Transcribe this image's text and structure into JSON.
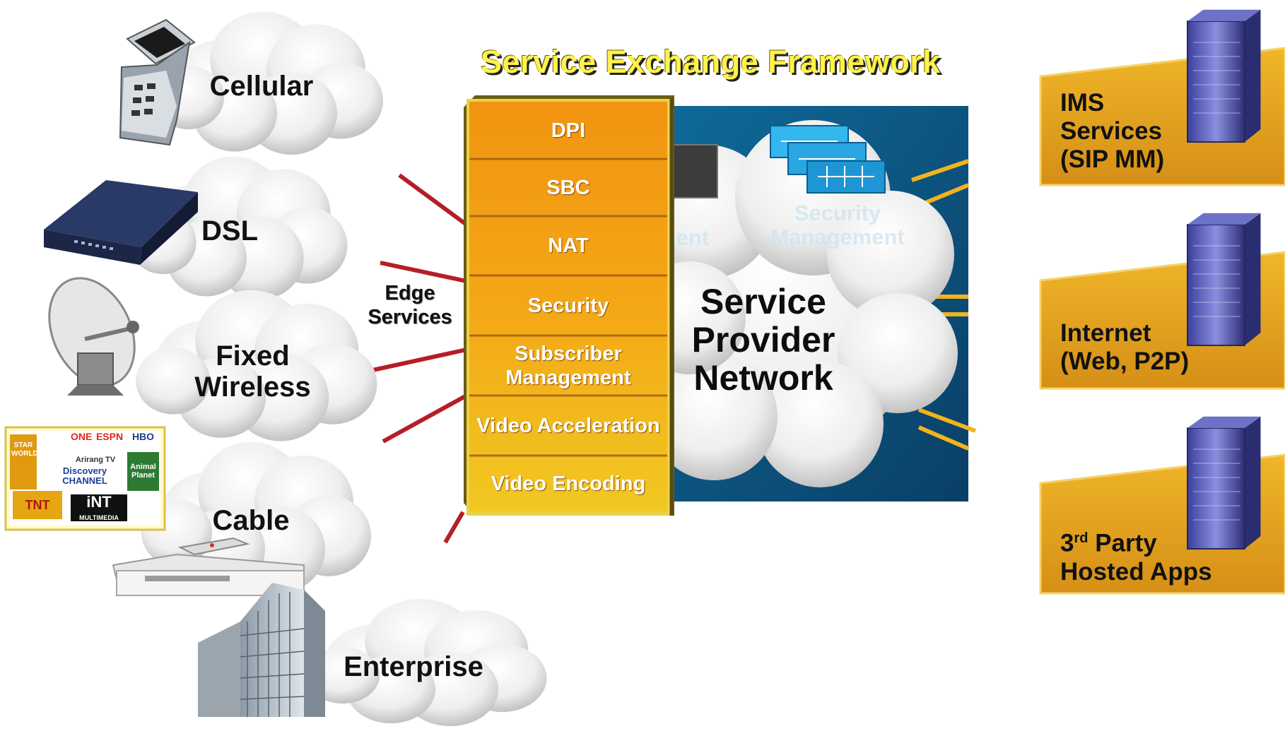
{
  "title": "Service Exchange Framework",
  "edge_label": [
    "Edge",
    "Services"
  ],
  "access_networks": [
    {
      "label": "Cellular",
      "icon": "cellphone-icon"
    },
    {
      "label": "DSL",
      "icon": "dsl-modem-icon"
    },
    {
      "label": "Fixed Wireless",
      "icon": "satellite-dish-icon"
    },
    {
      "label": "Cable",
      "icon": "set-top-box-icon"
    },
    {
      "label": "Enterprise",
      "icon": "office-building-icon"
    }
  ],
  "tv_channels": [
    "STAR WORLD",
    "ONE",
    "ESPN",
    "HBO",
    "Arirang TV",
    "Discovery CHANNEL",
    "Animal Planet",
    "TNT",
    "iNT",
    "MULTIMEDIA"
  ],
  "stack": [
    "DPI",
    "SBC",
    "NAT",
    "Security",
    "Subscriber Management",
    "Video Acceleration",
    "Video Encoding"
  ],
  "network": {
    "label": [
      "Service",
      "Provider",
      "Network"
    ],
    "ghost_security": [
      "Security",
      "Management"
    ],
    "ghost_partial": "ent"
  },
  "services": [
    {
      "lines": [
        "IMS",
        "Services",
        "(SIP MM)"
      ]
    },
    {
      "lines": [
        "Internet",
        "(Web, P2P)"
      ]
    },
    {
      "ordinal": "3",
      "suffix": "rd",
      "rest": " Party",
      "line2": "Hosted Apps"
    }
  ],
  "colors": {
    "title": "#fff24a",
    "stack_top": "#f39a14",
    "stack_bottom": "#f2c21c",
    "network_bg": "#0f5b86",
    "link": "#b51e28",
    "service_box": "#e3a41e"
  }
}
